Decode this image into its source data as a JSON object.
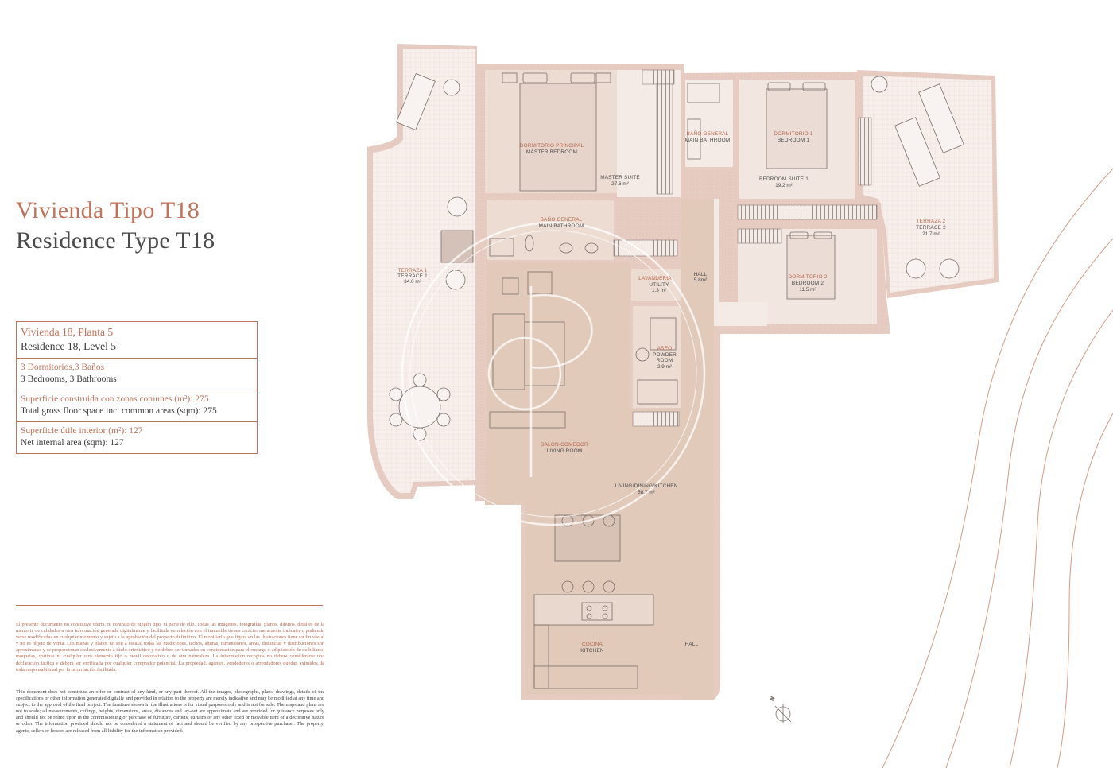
{
  "title": {
    "spanish": "Vivienda Tipo T18",
    "english": "Residence Type T18"
  },
  "specs": [
    {
      "es": "Vivienda 18, Planta 5",
      "en": "Residence 18, Level 5"
    },
    {
      "es": "3 Dormitorios,3 Baños",
      "en": "3 Bedrooms, 3 Bathrooms"
    },
    {
      "es": "Superficie construida con zonas comunes (m²): 275",
      "en": "Total gross floor space inc. common areas (sqm): 275"
    },
    {
      "es": "Superficie útile interior (m²): 127",
      "en": "Net internal area (sqm): 127"
    }
  ],
  "disclaimer": {
    "es": "El presente documento no constituye oferta, ni contrato de ningún tipo, ni parte de ello. Todas las imágenes, fotografías, planos, dibujos, detalles de la memoria de calidades u otra información generada digitalmente y facilitada en relación con el inmueble tienen carácter meramente indicativo, pudiendo verse modificadas en cualquier momento y sujeto a la aprobación del proyecto definitivo. El mobiliario que figura en las ilustraciones tiene un fin visual y no es objeto de venta. Los mapas y planos no son a escala; todas las mediciones, techos, alturas, dimensiones, áreas, distancias y distribuciones son aproximadas y se proporcionan exclusivamente a título orientativo y no deben ser tomados en consideración para el encargo o adquisición de mobiliario, moquetas, cortinas ni cualquier otro elemento fijo o móvil decorativo o de otra naturaleza. La información recogida no deberá considerarse una declaración fáctica y deberá ser verificada por cualquier comprador potencial. La propiedad, agentes, vendedores o arrendadores quedan eximidos de toda responsabilidad por la información facilitada.",
    "en": "This document does not constitute an offer or contract of any kind, or any part thereof. All the images, photographs, plans, drawings, details of the specifications or other information generated digitally and provided in relation to the property are merely indicative and may be modified at any time and subject to the approval of the final project. The furniture shown in the illustrations is for visual purposes only and is not for sale. The maps and plans are not to scale; all measurements, ceilings, heights, dimensions, areas, distances and lay-out are approximate and are provided for guidance purposes only and should not be relied upon in the commissioning or purchase of furniture, carpets, curtains or any other fixed or movable item of a decorative nature or other. The information provided should not be considered a statement of fact and should be verified by any prospective purchaser. The property, agents, sellers or lessors are released from all liability for the information provided."
  },
  "rooms": {
    "master_bedroom": {
      "es": "DORMITORIO PRINCIPAL",
      "en": "MASTER BEDROOM"
    },
    "master_suite": {
      "en": "MASTER SUITE",
      "area": "27.6 m²"
    },
    "bath_main_1": {
      "es": "BAÑO GENERAL",
      "en": "MAIN BATHROOM"
    },
    "bath_main_2": {
      "es": "BAÑO GENERAL",
      "en": "MAIN BATHROOM"
    },
    "bedroom_1": {
      "es": "DORMITORIO 1",
      "en": "BEDROOM 1"
    },
    "bedroom_suite_1": {
      "en": "BEDROOM SUITE 1",
      "area": "19.2 m²"
    },
    "bedroom_2": {
      "es": "DORMITORIO 2",
      "en": "BEDROOM 2",
      "area": "11.5 m²"
    },
    "terrace_1": {
      "es": "TERRAZA 1",
      "en": "TERRACE 1",
      "area": "34.0 m²"
    },
    "terrace_2": {
      "es": "TERRAZA 2",
      "en": "TERRACE 2",
      "area": "21.7 m²"
    },
    "utility": {
      "es": "LAVANDERIA",
      "en": "UTILITY",
      "area": "1.3 m²"
    },
    "hall_top": {
      "en": "HALL",
      "area": "5.8m²"
    },
    "powder_room": {
      "es": "ASEO",
      "en": "POWDER",
      "en2": "ROOM",
      "area": "2.9 m²"
    },
    "living": {
      "es": "SALON-COMEDOR",
      "en": "LIVING ROOM"
    },
    "living_dining_kitchen": {
      "en": "LIVING/DINING/KITCHEN",
      "area": "58.7 m²"
    },
    "kitchen": {
      "es": "COCINA",
      "en": "KITCHEN"
    },
    "hall_bottom": {
      "en": "HALL"
    }
  },
  "compass": {
    "label": "N"
  },
  "colors": {
    "accent": "#c0735a",
    "wall": "#e8cfc6",
    "floor": "#ecdcd2",
    "floor_dark": "#e2cabb",
    "terrace": "#f6efec"
  }
}
